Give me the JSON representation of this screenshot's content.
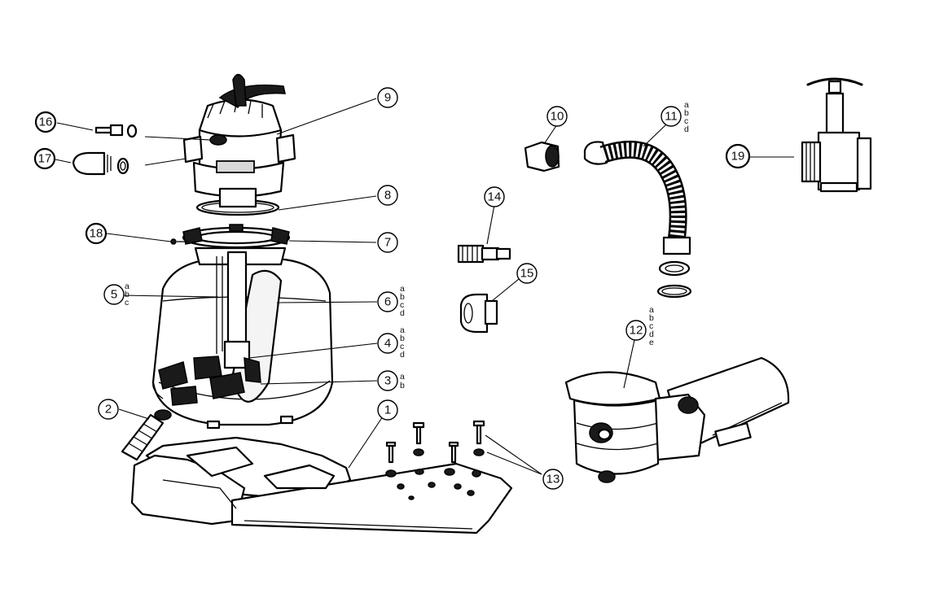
{
  "callouts": [
    {
      "id": "1",
      "number": "1",
      "suffixes": ""
    },
    {
      "id": "2",
      "number": "2",
      "suffixes": ""
    },
    {
      "id": "3",
      "number": "3",
      "suffixes": "ab"
    },
    {
      "id": "4",
      "number": "4",
      "suffixes": "abcd"
    },
    {
      "id": "5",
      "number": "5",
      "suffixes": "abc"
    },
    {
      "id": "6",
      "number": "6",
      "suffixes": "abcd"
    },
    {
      "id": "7",
      "number": "7",
      "suffixes": ""
    },
    {
      "id": "8",
      "number": "8",
      "suffixes": ""
    },
    {
      "id": "9",
      "number": "9",
      "suffixes": ""
    },
    {
      "id": "10",
      "number": "10",
      "suffixes": ""
    },
    {
      "id": "11",
      "number": "11",
      "suffixes": "abcd"
    },
    {
      "id": "12",
      "number": "12",
      "suffixes": "abcde"
    },
    {
      "id": "13",
      "number": "13",
      "suffixes": ""
    },
    {
      "id": "14",
      "number": "14",
      "suffixes": ""
    },
    {
      "id": "15",
      "number": "15",
      "suffixes": ""
    },
    {
      "id": "16",
      "number": "16",
      "suffixes": ""
    },
    {
      "id": "17",
      "number": "17",
      "suffixes": ""
    },
    {
      "id": "18",
      "number": "18",
      "suffixes": ""
    },
    {
      "id": "19",
      "number": "19",
      "suffixes": ""
    }
  ]
}
